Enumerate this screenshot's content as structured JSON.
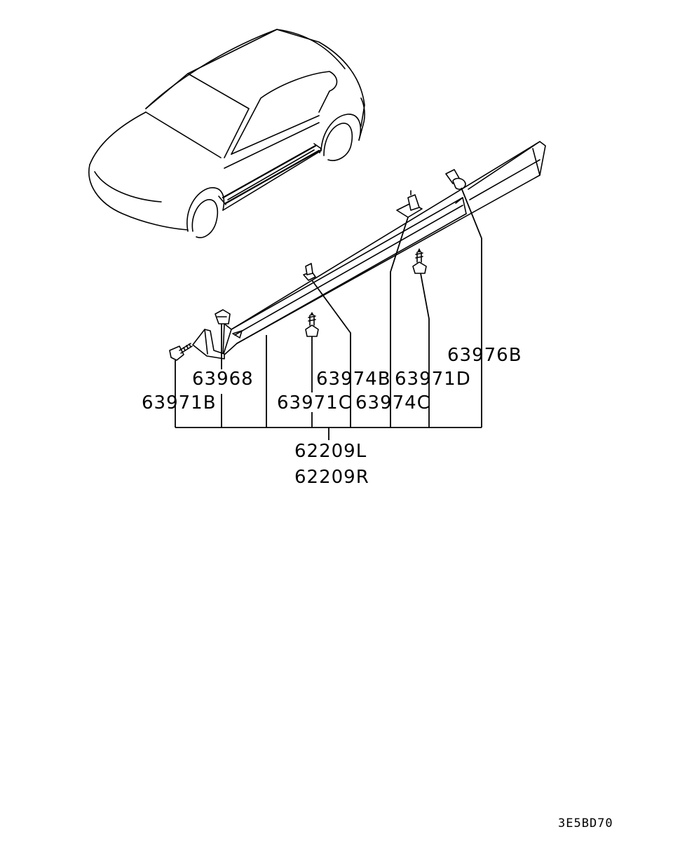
{
  "diagram": {
    "part_labels": {
      "p63976B": "63976B",
      "p63968": "63968",
      "p63974B": "63974B",
      "p63971D": "63971D",
      "p63971B": "63971B",
      "p63971C": "63971C",
      "p63974C": "63974C",
      "p62209L": "62209L",
      "p62209R": "62209R"
    },
    "reference_code": "3E5BD70"
  }
}
